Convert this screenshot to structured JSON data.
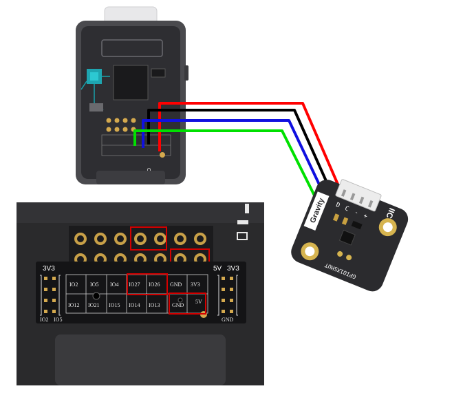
{
  "colors": {
    "wire_red": "#ff0000",
    "wire_black": "#000000",
    "wire_blue": "#1010e0",
    "wire_green": "#00e000",
    "highlight": "#d40000",
    "pcb": "#2a2a2a",
    "gold": "#c9a24a"
  },
  "header": {
    "left_label": "3V3",
    "right_label_5v": "5V",
    "right_label_3v3": "3V3",
    "right_gnd": "GND",
    "bottom_left_a": "IO2",
    "bottom_left_b": "IO5",
    "top_row": [
      "IO2",
      "IO5",
      "IO4",
      "IO27",
      "IO26",
      "GND",
      "3V3"
    ],
    "bottom_row": [
      "IO12",
      "IO21",
      "IO15",
      "IO14",
      "IO13",
      "GND",
      "5V"
    ]
  },
  "sensor": {
    "brand": "Gravity",
    "protocol": "IIC",
    "pin_labels": [
      "D",
      "C",
      "-",
      "+"
    ],
    "bottom_text": "GPIO1XSHUT"
  },
  "device": {
    "silk": "OIE"
  }
}
